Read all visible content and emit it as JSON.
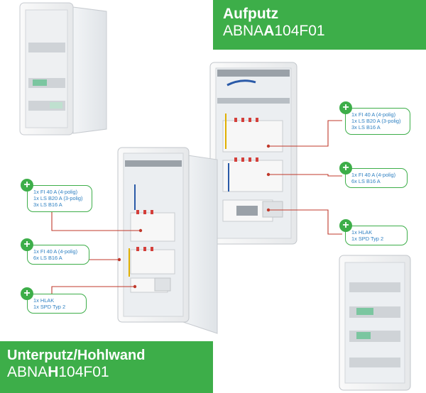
{
  "banner_top": {
    "line1": "Aufputz",
    "line2_pre": "ABNA",
    "line2_bold": "A",
    "line2_post": "104F01"
  },
  "banner_bottom": {
    "line1": "Unterputz/Hohlwand",
    "line2_pre": "ABNA",
    "line2_bold": "H",
    "line2_post": "104F01"
  },
  "callouts_right": [
    {
      "lines": [
        "1x FI 40 A (4-polig)",
        "1x LS B20 A (3-polig)",
        "3x LS B16 A"
      ]
    },
    {
      "lines": [
        "1x FI 40 A (4-polig)",
        "6x LS B16 A"
      ]
    },
    {
      "lines": [
        "1x HLAK",
        "1x SPD Typ 2"
      ]
    }
  ],
  "callouts_left": [
    {
      "lines": [
        "1x FI 40 A (4-polig)",
        "1x LS B20 A (3-polig)",
        "3x LS B16 A"
      ]
    },
    {
      "lines": [
        "1x FI 40 A (4-polig)",
        "6x LS B16 A"
      ]
    },
    {
      "lines": [
        "1x HLAK",
        "1x SPD Typ 2"
      ]
    }
  ],
  "colors": {
    "brand_green": "#3dae49",
    "text_blue": "#2c7fc1",
    "leader_red": "#c0392b"
  },
  "icons": [
    "plus-icon"
  ]
}
